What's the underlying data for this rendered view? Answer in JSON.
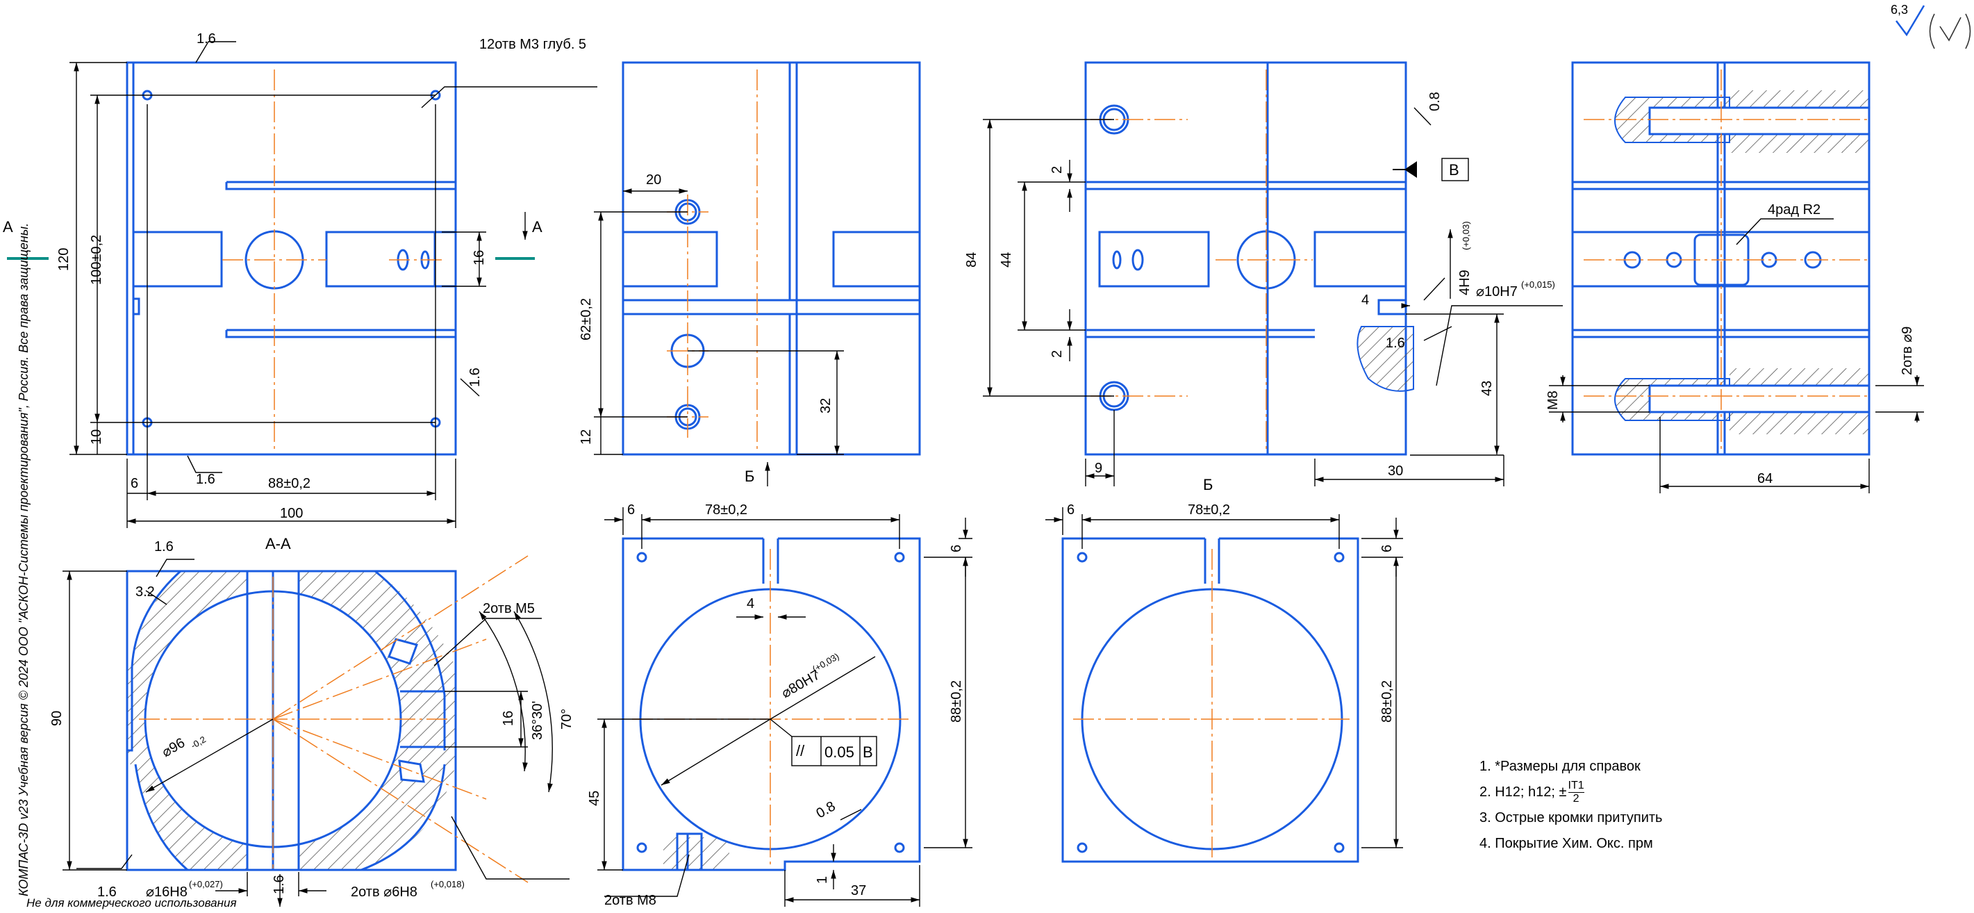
{
  "colors": {
    "outline": "#1a5ce0",
    "center": "#f07d1e",
    "hatch": "#555555",
    "dim": "#000000",
    "section_mark": "#0a8f87"
  },
  "copyright": "КОМПАС-3D v23 Учебная версия © 2024 ООО \"АСКОН-Системы проектирования\", Россия. Все права защищены.",
  "non_commercial": "Не для коммерческого использования",
  "roughness": {
    "value": "6,3"
  },
  "notes": {
    "n1": "1. *Размеры для справок",
    "n2_prefix": "2. H12; h12; ±",
    "n2_num": "IT1",
    "n2_den": "2",
    "n3": "3. Острые кромки притупить",
    "n4": "4. Покрытие Хим. Окс. прм"
  },
  "labels": {
    "section_a": "А",
    "section_aa": "А-А",
    "view_b": "Б",
    "datum_b": "В",
    "holes_m3": "12отв М3 глуб. 5",
    "holes_m5": "2отв М5",
    "holes_6h8": "2отв ⌀6Н8",
    "holes_6h8_tol": "(+0,018)",
    "holes_m8": "2отв М8",
    "holes_9": "2отв ⌀9",
    "rad_r2": "4рад R2",
    "tol_frame_sym": "//",
    "tol_frame_val": "0.05",
    "tol_frame_ref": "В"
  },
  "dims": {
    "r16": "1.6",
    "r08": "0.8",
    "r32": "3.2",
    "d120": "120",
    "d100_02": "100±0,2",
    "d100": "100",
    "d88_02": "88±0,2",
    "d16": "16",
    "d10": "10",
    "d6": "6",
    "d20": "20",
    "d62_02": "62±0,2",
    "d32": "32",
    "d12": "12",
    "d84": "84",
    "d44": "44",
    "d2": "2",
    "d43": "43",
    "d9": "9",
    "d30": "30",
    "d4": "4",
    "d4h9": "4H9",
    "d4h9_tol": "(+0,03)",
    "d10h7": "⌀10H7",
    "d10h7_tol": "(+0,015)",
    "d64": "64",
    "dm8": "M8",
    "d78_02": "78±0,2",
    "d80h7": "⌀80H7",
    "d80h7_tol": "(+0,03)",
    "d45": "45",
    "d37": "37",
    "d1": "1",
    "d90": "90",
    "d96": "⌀96",
    "d96_tol": "-0,2",
    "d16h8": "⌀16H8",
    "d16h8_tol": "(+0,027)",
    "ang_36": "36°30'",
    "ang_70": "70°"
  }
}
